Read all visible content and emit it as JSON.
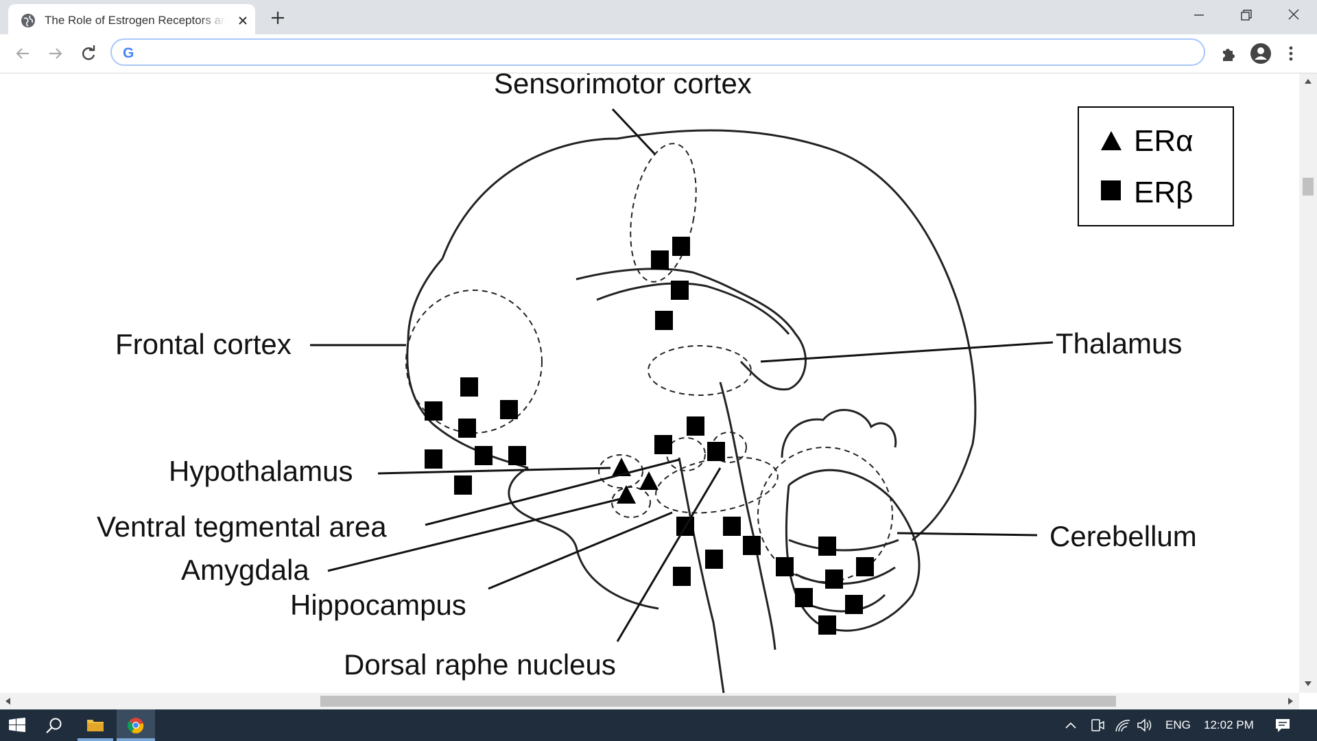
{
  "browser": {
    "tab_title": "The Role of Estrogen Receptors and",
    "address_value": "",
    "address_placeholder": ""
  },
  "figure": {
    "legend": [
      {
        "symbol": "triangle",
        "label": "ERα"
      },
      {
        "symbol": "square",
        "label": "ERβ"
      }
    ],
    "regions": [
      {
        "name": "Sensorimotor cortex",
        "receptors": [
          "ERβ"
        ]
      },
      {
        "name": "Frontal cortex",
        "receptors": [
          "ERβ"
        ]
      },
      {
        "name": "Thalamus",
        "receptors": [
          "ERβ"
        ]
      },
      {
        "name": "Hypothalamus",
        "receptors": [
          "ERα"
        ]
      },
      {
        "name": "Ventral tegmental area",
        "receptors": [
          "ERβ"
        ]
      },
      {
        "name": "Amygdala",
        "receptors": [
          "ERα"
        ]
      },
      {
        "name": "Hippocampus",
        "receptors": [
          "ERβ"
        ]
      },
      {
        "name": "Dorsal raphe nucleus",
        "receptors": [
          "ERβ"
        ]
      },
      {
        "name": "Cerebellum",
        "receptors": [
          "ERβ"
        ]
      }
    ]
  },
  "taskbar": {
    "language": "ENG",
    "time": "12:02 PM"
  },
  "colors": {
    "tabbar": "#dee1e6",
    "taskbar": "#1f2d3d",
    "omnibox_border": "#a8c7fa"
  }
}
